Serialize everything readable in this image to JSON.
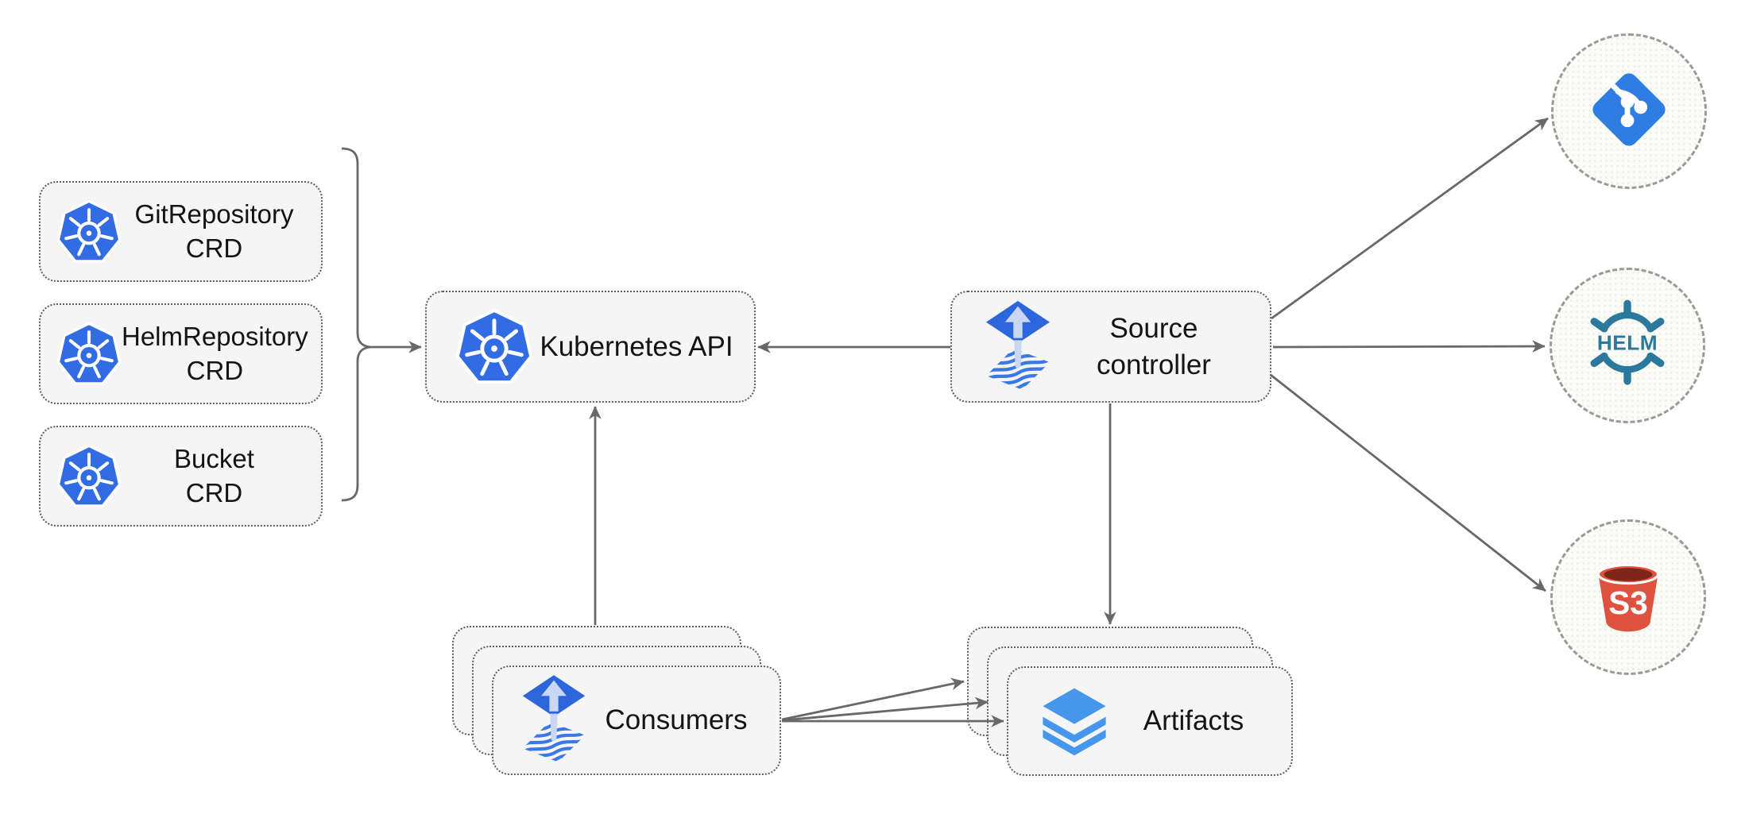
{
  "diagram": {
    "crd_boxes": [
      {
        "line1": "GitRepository",
        "line2": "CRD"
      },
      {
        "line1": "HelmRepository",
        "line2": "CRD"
      },
      {
        "line1": "Bucket",
        "line2": "CRD"
      }
    ],
    "kubernetes_api": {
      "label": "Kubernetes API"
    },
    "source_controller": {
      "line1": "Source",
      "line2": "controller"
    },
    "consumers": {
      "label": "Consumers"
    },
    "artifacts": {
      "label": "Artifacts"
    },
    "endpoints": {
      "helm_label": "HELM",
      "s3_label": "S3"
    },
    "colors": {
      "kubernetes_blue": "#326CE5",
      "flux_blue": "#2C66DB",
      "flux_arrow_light": "#C9D7F4",
      "flux_wave_blue": "#3B78E7",
      "git_blue": "#2E7DE2",
      "helm_teal": "#2B7A9E",
      "s3_red": "#DF5240",
      "s3_dark_red": "#7E2619",
      "layers_blue": "#4697EC",
      "connector_gray": "#686868",
      "node_fill": "#F5F5F5",
      "node_border": "#5f5f5f",
      "circle_border": "#9a9a9a"
    }
  }
}
